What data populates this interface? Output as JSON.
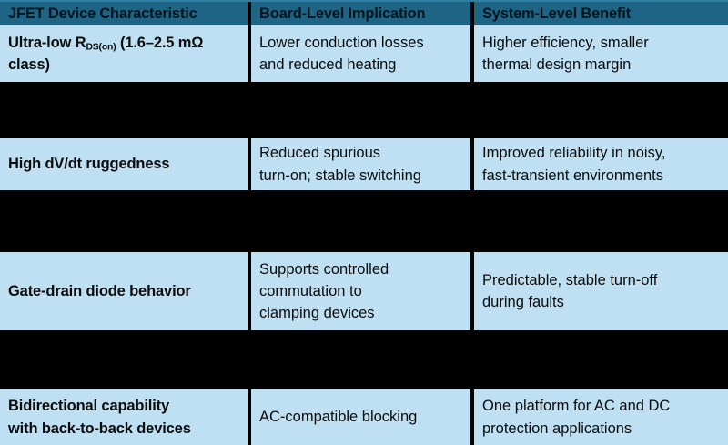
{
  "table": {
    "background_color": "#000000",
    "header_color": "#1d6485",
    "cell_color": "#bfe0f2",
    "text_color": "#0c0c0c",
    "headers": [
      "JFET Device Characteristic",
      "Board-Level Implication",
      "System-Level Benefit"
    ],
    "rows": [
      {
        "characteristic_pre": "Ultra-low R",
        "characteristic_sub": "DS(on)",
        "characteristic_post": " (1.6–2.5 mΩ class)",
        "implication_line1": "Lower conduction losses",
        "implication_line2": "and reduced heating",
        "benefit_line1": "Higher efficiency, smaller",
        "benefit_line2": "thermal design margin",
        "benefit_line3": ""
      },
      {
        "characteristic": "High dV/dt ruggedness",
        "implication_line1": "Reduced spurious",
        "implication_line2": "turn-on; stable switching",
        "benefit_line1": "Improved reliability in noisy,",
        "benefit_line2": "fast-transient environments",
        "benefit_line3": ""
      },
      {
        "characteristic": "Gate-drain diode behavior",
        "implication_line1": "Supports controlled",
        "implication_line2": "commutation to",
        "implication_line3": "clamping devices",
        "benefit_line1": "Predictable, stable turn-off",
        "benefit_line2": "during faults",
        "benefit_line3": ""
      },
      {
        "characteristic_line1": "Bidirectional capability",
        "characteristic_line2": "with back-to-back devices",
        "implication_line1": "AC-compatible blocking",
        "implication_line2": "",
        "benefit_line1": "One platform for AC and DC",
        "benefit_line2": "protection applications",
        "benefit_line3": ""
      }
    ]
  }
}
